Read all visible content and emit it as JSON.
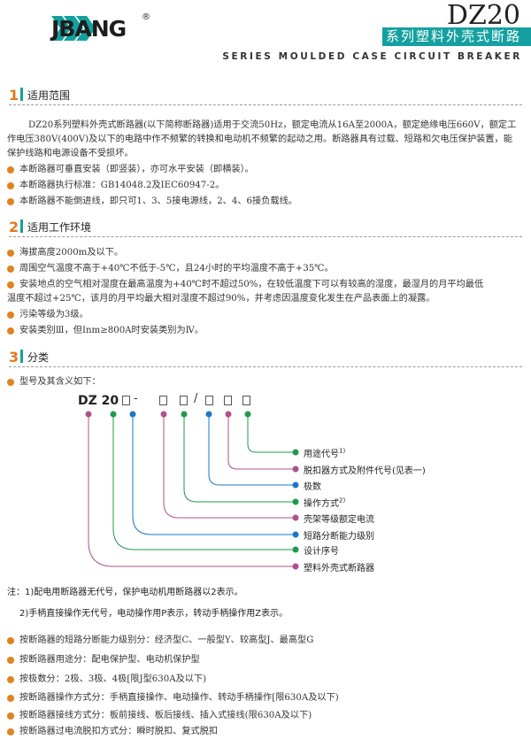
{
  "header": {
    "brand": "JBANG",
    "registered": "®",
    "model": "DZ20",
    "cn_title": "系列塑料外壳式断路器",
    "en_title": "SERIES MOULDED CASE CIRCUIT BREAKER"
  },
  "colors": {
    "accent_teal": "#14a0a0",
    "accent_orange": "#e07a1c",
    "dot_orange": "#e0831e",
    "magenta": "#b0508a",
    "green": "#1e9a4a",
    "blue": "#1a78c8"
  },
  "sections": [
    {
      "num": "1",
      "title": "适用范围"
    },
    {
      "num": "2",
      "title": "适用工作环境"
    },
    {
      "num": "3",
      "title": "分类"
    }
  ],
  "s1": {
    "para_l1": "DZ20系列塑料外壳式断路器(以下简称断路器)适用于交流50Hz，额定绝缘电压660V，额定工",
    "para_l1b": "作电压380V(400V)及以下的电路中作不频繁的转换和电动机不频繁的起动之用。断路器具有过载、短路和欠电压保护装置，能",
    "para_l1c": "保护线路和电源设备不受损坏。",
    "para_inline": "额定电流从16A至2000A，",
    "b1": "本断路器可垂直安装（即竖装），亦可水平安装（即横装）。",
    "b2": "本断路器执行标准：GB14048.2及IEC60947-2。",
    "b3": "本断路器不能倒进线，即只可1、3、5接电源线，2、4、6接负载线。"
  },
  "s2": {
    "b1": "海拔高度2000m及以下。",
    "b2": "周围空气温度不高于+40℃不低于-5℃，且24小时的平均温度不高于+35℃。",
    "b3a": "安装地点的空气相对湿度在最高温度为+40℃时不超过50%，在较低温度下可以有较高的湿度，最湿月的月平均最低",
    "b3b": "温度不超过+25℃，该月的月平均最大相对湿度不超过90%，并考虑因温度变化发生在产品表面上的凝露。",
    "b4": "污染等级为3级。",
    "b5": "安装类别Ⅲ，但Inm≥800A时安装类别为Ⅳ。"
  },
  "s3": {
    "intro": "型号及其含义如下：",
    "code": "DZ 20",
    "dash": "-",
    "slash": "/",
    "labels": [
      {
        "text": "用途代号",
        "sup": "1)"
      },
      {
        "text": "脱扣器方式及附件代号(见表一)",
        "sup": ""
      },
      {
        "text": "极数",
        "sup": ""
      },
      {
        "text": "操作方式",
        "sup": "2)"
      },
      {
        "text": "壳架等级额定电流",
        "sup": ""
      },
      {
        "text": "短路分断能力级别",
        "sup": ""
      },
      {
        "text": "设计序号",
        "sup": ""
      },
      {
        "text": "塑料外壳式断路器",
        "sup": ""
      }
    ],
    "note1": "注：1)配电用断路器无代号，保护电动机用断路器以2表示。",
    "note2": "2)手柄直接操作无代号，电动操作用P表示，转动手柄操作用Z表示。",
    "b1": "按断路器的短路分断能力级别分：经济型C、一般型Y、较高型J、最高型G",
    "b2": "按断路器用途分：配电保护型、电动机保护型",
    "b3": "按极数分：2极、3极、4极[限J型630A及以下)",
    "b4": "按断路器操作方式分：手柄直接操作、电动操作、转动手柄操作[限630A及以下)",
    "b5": "按断路器接线方式分：板前接线、板后接线、插入式接线(限630A及以下)",
    "b6": "按断路器过电流脱扣方式分：瞬时脱扣、复式脱扣"
  }
}
